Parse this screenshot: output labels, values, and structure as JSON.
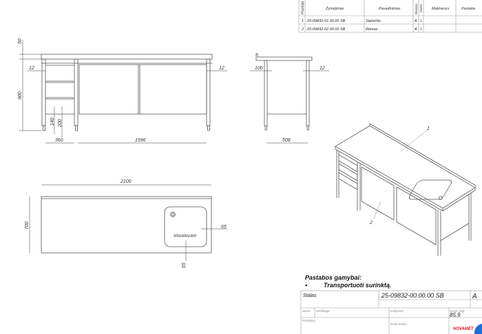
{
  "parts_table": {
    "headers": {
      "position": "Pozicija",
      "designation": "Žymėjimas",
      "name": "Pavadinimas",
      "revision": "Revizija",
      "quantity": "Kiekis",
      "dimensions": "Matmenys",
      "note": "Pastaba"
    },
    "rows": [
      {
        "position": "1",
        "designation": "25-09832-01.00.00 SB",
        "name": "Stalviršis",
        "revision": "A",
        "quantity": "1"
      },
      {
        "position": "2",
        "designation": "25-09832-02.00.00 SB",
        "name": "Rėmas",
        "revision": "A",
        "quantity": "1"
      }
    ]
  },
  "front_view": {
    "dims": {
      "lip": "50",
      "height": "900",
      "left_offset": "12",
      "right_offset": "12",
      "drawer_h1": "140",
      "drawer_h2": "200",
      "drawer_w": "360",
      "cabinet_w": "1596"
    }
  },
  "side_view": {
    "dims": {
      "overhang": "100",
      "offset": "12",
      "depth": "508"
    }
  },
  "top_view": {
    "dims": {
      "length": "2100",
      "width": "700",
      "sink_side": "65",
      "sink_front": "65",
      "sink_size": "500x500x300"
    }
  },
  "iso_view": {
    "callouts": [
      "1",
      "2"
    ]
  },
  "notes": {
    "title": "Pastabos gamybai:",
    "bullet": "•",
    "items": [
      "Transportuoti surinktą."
    ]
  },
  "title_block": {
    "name": "Stalas",
    "number": "25-09832-00.00.00 SB",
    "revision": "A",
    "thickness_label": "Storis:",
    "material_label": "Medžiaga:",
    "painting_label": "Dažymas:",
    "weight_label": "Svoris (kg):",
    "weight": "85.9",
    "notes_label": "Pastabos:",
    "paint_code_label": "Dažų kodas:",
    "logo": "NOVAMET"
  },
  "colors": {
    "logo": "#e0141e",
    "floating_button": "#1e6fd9"
  }
}
